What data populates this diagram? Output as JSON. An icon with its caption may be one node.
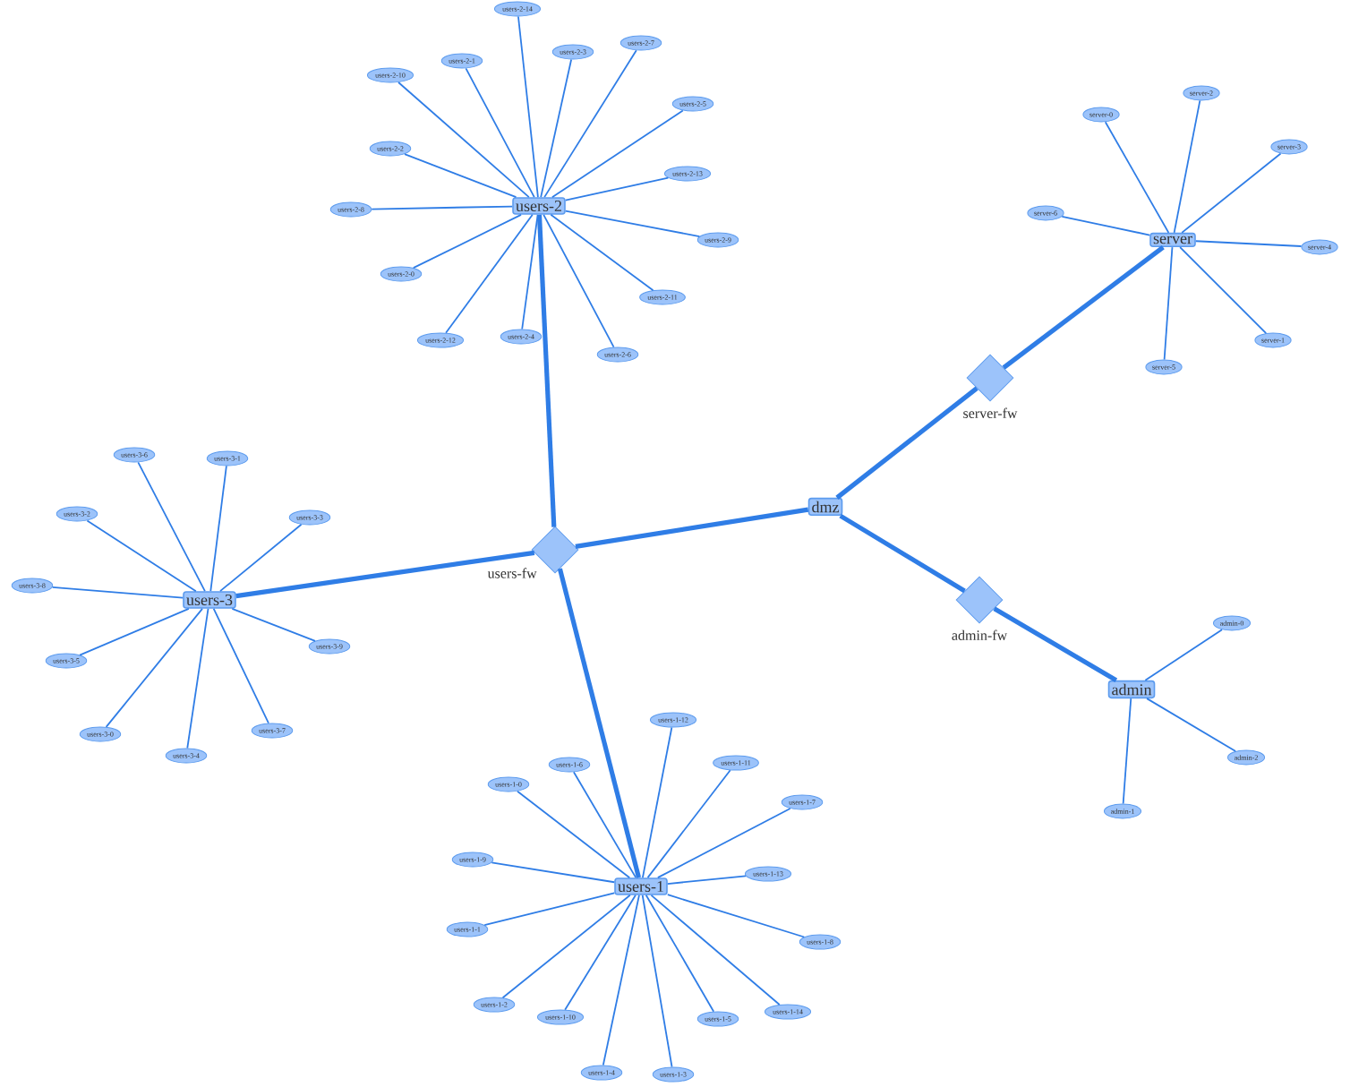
{
  "diagram": {
    "nodes": [
      {
        "text": [
          "users-2"
        ]
      },
      {
        "text": [
          "users-2-14"
        ]
      },
      {
        "text": [
          "users-2-1"
        ]
      },
      {
        "text": [
          "users-2-3"
        ]
      },
      {
        "text": [
          "users-2-7"
        ]
      },
      {
        "text": [
          "users-2-10"
        ]
      },
      {
        "text": [
          "users-2-5"
        ]
      },
      {
        "text": [
          "users-2-2"
        ]
      },
      {
        "text": [
          "users-2-13"
        ]
      },
      {
        "text": [
          "users-2-8"
        ]
      },
      {
        "text": [
          "users-2-9"
        ]
      },
      {
        "text": [
          "users-2-0"
        ]
      },
      {
        "text": [
          "users-2-11"
        ]
      },
      {
        "text": [
          "users-2-12"
        ]
      },
      {
        "text": [
          "users-2-4"
        ]
      },
      {
        "text": [
          "users-2-6"
        ]
      },
      {
        "text": [
          "server"
        ]
      },
      {
        "text": [
          "server-0"
        ]
      },
      {
        "text": [
          "server-2"
        ]
      },
      {
        "text": [
          "server-3"
        ]
      },
      {
        "text": [
          "server-6"
        ]
      },
      {
        "text": [
          "server-4"
        ]
      },
      {
        "text": [
          "server-1"
        ]
      },
      {
        "text": [
          "server-5"
        ]
      },
      {
        "text": [
          "server-fw"
        ]
      },
      {
        "text": [
          "dmz"
        ]
      },
      {
        "text": [
          "users-fw"
        ]
      },
      {
        "text": [
          "admin-fw"
        ]
      },
      {
        "text": [
          "users-3"
        ]
      },
      {
        "text": [
          "users-3-6"
        ]
      },
      {
        "text": [
          "users-3-1"
        ]
      },
      {
        "text": [
          "users-3-2"
        ]
      },
      {
        "text": [
          "users-3-3"
        ]
      },
      {
        "text": [
          "users-3-8"
        ]
      },
      {
        "text": [
          "users-3-9"
        ]
      },
      {
        "text": [
          "users-3-5"
        ]
      },
      {
        "text": [
          "users-3-0"
        ]
      },
      {
        "text": [
          "users-3-7"
        ]
      },
      {
        "text": [
          "users-3-4"
        ]
      },
      {
        "text": [
          "admin"
        ]
      },
      {
        "text": [
          "admin-0"
        ]
      },
      {
        "text": [
          "admin-2"
        ]
      },
      {
        "text": [
          "admin-1"
        ]
      },
      {
        "text": [
          "users-1"
        ]
      },
      {
        "text": [
          "users-1-12"
        ]
      },
      {
        "text": [
          "users-1-6"
        ]
      },
      {
        "text": [
          "users-1-11"
        ]
      },
      {
        "text": [
          "users-1-0"
        ]
      },
      {
        "text": [
          "users-1-7"
        ]
      },
      {
        "text": [
          "users-1-9"
        ]
      },
      {
        "text": [
          "users-1-13"
        ]
      },
      {
        "text": [
          "users-1-1"
        ]
      },
      {
        "text": [
          "users-1-8"
        ]
      },
      {
        "text": [
          "users-1-2"
        ]
      },
      {
        "text": [
          "users-1-10"
        ]
      },
      {
        "text": [
          "users-1-5"
        ]
      },
      {
        "text": [
          "users-1-14"
        ]
      },
      {
        "text": [
          "users-1-4"
        ]
      },
      {
        "text": [
          "users-1-3"
        ]
      }
    ],
    "edges": [
      {
        "from": 0,
        "to": 1,
        "arrow": "none"
      },
      {
        "from": 0,
        "to": 2,
        "arrow": "none"
      },
      {
        "from": 0,
        "to": 3,
        "arrow": "none"
      },
      {
        "from": 0,
        "to": 4,
        "arrow": "none"
      },
      {
        "from": 0,
        "to": 5,
        "arrow": "none"
      },
      {
        "from": 0,
        "to": 6,
        "arrow": "none"
      },
      {
        "from": 0,
        "to": 7,
        "arrow": "none"
      },
      {
        "from": 0,
        "to": 8,
        "arrow": "none"
      },
      {
        "from": 0,
        "to": 9,
        "arrow": "none"
      },
      {
        "from": 0,
        "to": 10,
        "arrow": "none"
      },
      {
        "from": 0,
        "to": 11,
        "arrow": "none"
      },
      {
        "from": 0,
        "to": 12,
        "arrow": "none"
      },
      {
        "from": 0,
        "to": 13,
        "arrow": "none"
      },
      {
        "from": 0,
        "to": 14,
        "arrow": "none"
      },
      {
        "from": 0,
        "to": 15,
        "arrow": "none"
      },
      {
        "from": 16,
        "to": 17,
        "arrow": "none"
      },
      {
        "from": 16,
        "to": 18,
        "arrow": "none"
      },
      {
        "from": 16,
        "to": 19,
        "arrow": "none"
      },
      {
        "from": 16,
        "to": 20,
        "arrow": "none"
      },
      {
        "from": 16,
        "to": 21,
        "arrow": "none"
      },
      {
        "from": 16,
        "to": 22,
        "arrow": "none"
      },
      {
        "from": 16,
        "to": 23,
        "arrow": "none"
      },
      {
        "from": 24,
        "to": 16,
        "arrow": "none",
        "style": "thick"
      },
      {
        "from": 25,
        "to": 24,
        "arrow": "none",
        "style": "thick"
      },
      {
        "from": 26,
        "to": 25,
        "arrow": "none",
        "style": "thick"
      },
      {
        "from": 25,
        "to": 27,
        "arrow": "none",
        "style": "thick"
      },
      {
        "from": 0,
        "to": 26,
        "arrow": "none",
        "style": "thick"
      },
      {
        "from": 28,
        "to": 26,
        "arrow": "none",
        "style": "thick"
      },
      {
        "from": 43,
        "to": 26,
        "arrow": "none",
        "style": "thick"
      },
      {
        "from": 27,
        "to": 39,
        "arrow": "none",
        "style": "thick"
      },
      {
        "from": 28,
        "to": 29,
        "arrow": "none"
      },
      {
        "from": 28,
        "to": 30,
        "arrow": "none"
      },
      {
        "from": 28,
        "to": 31,
        "arrow": "none"
      },
      {
        "from": 28,
        "to": 32,
        "arrow": "none"
      },
      {
        "from": 28,
        "to": 33,
        "arrow": "none"
      },
      {
        "from": 28,
        "to": 34,
        "arrow": "none"
      },
      {
        "from": 28,
        "to": 35,
        "arrow": "none"
      },
      {
        "from": 28,
        "to": 36,
        "arrow": "none"
      },
      {
        "from": 28,
        "to": 37,
        "arrow": "none"
      },
      {
        "from": 28,
        "to": 38,
        "arrow": "none"
      },
      {
        "from": 39,
        "to": 40,
        "arrow": "none"
      },
      {
        "from": 39,
        "to": 41,
        "arrow": "none"
      },
      {
        "from": 39,
        "to": 42,
        "arrow": "none"
      },
      {
        "from": 43,
        "to": 44,
        "arrow": "none"
      },
      {
        "from": 43,
        "to": 45,
        "arrow": "none"
      },
      {
        "from": 43,
        "to": 46,
        "arrow": "none"
      },
      {
        "from": 43,
        "to": 47,
        "arrow": "none"
      },
      {
        "from": 43,
        "to": 48,
        "arrow": "none"
      },
      {
        "from": 43,
        "to": 49,
        "arrow": "none"
      },
      {
        "from": 43,
        "to": 50,
        "arrow": "none"
      },
      {
        "from": 43,
        "to": 51,
        "arrow": "none"
      },
      {
        "from": 43,
        "to": 52,
        "arrow": "none"
      },
      {
        "from": 43,
        "to": 53,
        "arrow": "none"
      },
      {
        "from": 43,
        "to": 54,
        "arrow": "none"
      },
      {
        "from": 43,
        "to": 55,
        "arrow": "none"
      },
      {
        "from": 43,
        "to": 56,
        "arrow": "none"
      },
      {
        "from": 43,
        "to": 57,
        "arrow": "none"
      },
      {
        "from": 43,
        "to": 58,
        "arrow": "none"
      }
    ]
  }
}
